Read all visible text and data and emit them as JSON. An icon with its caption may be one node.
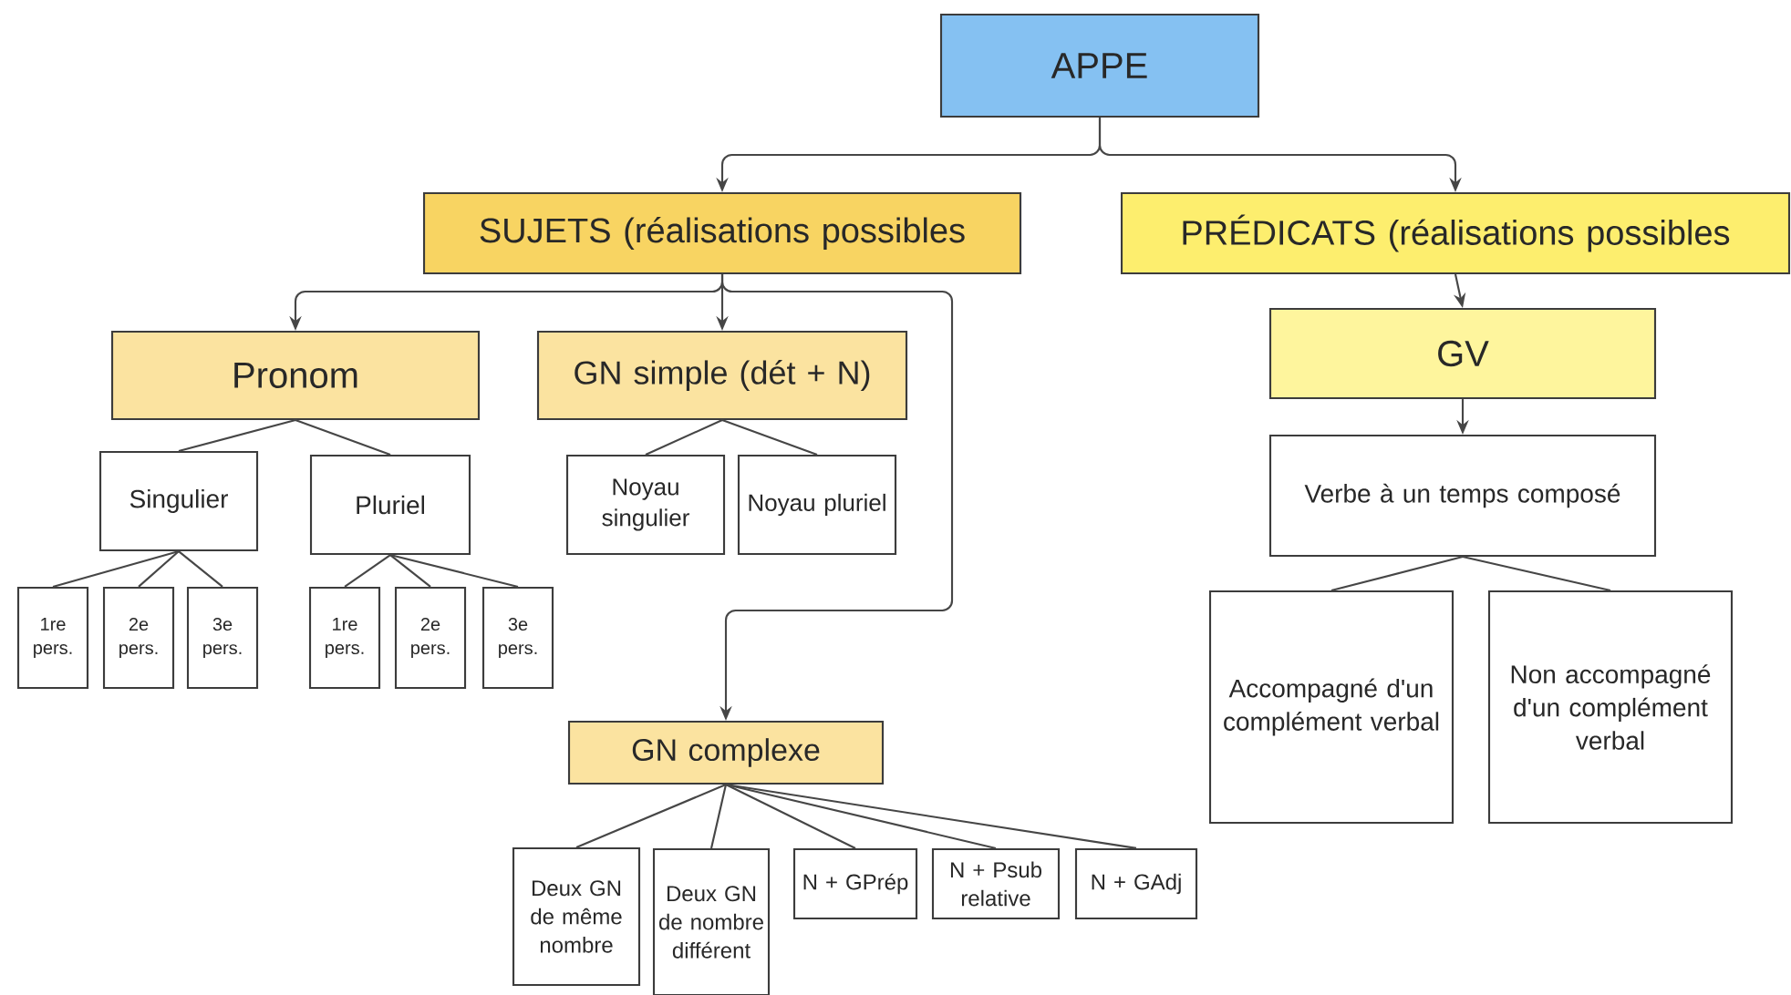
{
  "diagram": {
    "nodes": [
      {
        "text": [
          "APPE"
        ]
      },
      {
        "text": [
          "SUJETS (réalisations possibles"
        ]
      },
      {
        "text": [
          "PRÉDICATS (réalisations possibles"
        ]
      },
      {
        "text": [
          "Pronom"
        ]
      },
      {
        "text": [
          "GN simple (dét + N)"
        ]
      },
      {
        "text": [
          "Singulier"
        ]
      },
      {
        "text": [
          "Pluriel"
        ]
      },
      {
        "text": [
          "Noyau singulier"
        ]
      },
      {
        "text": [
          "Noyau pluriel"
        ]
      },
      {
        "text": [
          "1re pers."
        ]
      },
      {
        "text": [
          "2e pers."
        ]
      },
      {
        "text": [
          "3e pers."
        ]
      },
      {
        "text": [
          "1re pers."
        ]
      },
      {
        "text": [
          "2e pers."
        ]
      },
      {
        "text": [
          "3e pers."
        ]
      },
      {
        "text": [
          "GN complexe"
        ]
      },
      {
        "text": [
          "Deux GN de même nombre"
        ]
      },
      {
        "text": [
          "Deux GN de nombre différent"
        ]
      },
      {
        "text": [
          "N + GPrép"
        ]
      },
      {
        "text": [
          "N + Psub relative"
        ]
      },
      {
        "text": [
          "N + GAdj"
        ]
      },
      {
        "text": [
          "GV"
        ]
      },
      {
        "text": [
          "Verbe à un temps composé"
        ]
      },
      {
        "text": [
          "Accompagné d'un complément verbal"
        ]
      },
      {
        "text": [
          "Non accompagné d'un complément verbal"
        ]
      }
    ],
    "edges": [
      {
        "from": 0,
        "to": 1,
        "arrow": "to"
      },
      {
        "from": 0,
        "to": 2,
        "arrow": "to"
      },
      {
        "from": 1,
        "to": 3,
        "arrow": "to"
      },
      {
        "from": 1,
        "to": 4,
        "arrow": "to"
      },
      {
        "from": 1,
        "to": 15,
        "arrow": "to"
      },
      {
        "from": 3,
        "to": 5,
        "arrow": "none"
      },
      {
        "from": 3,
        "to": 6,
        "arrow": "none"
      },
      {
        "from": 5,
        "to": 9,
        "arrow": "none"
      },
      {
        "from": 5,
        "to": 10,
        "arrow": "none"
      },
      {
        "from": 5,
        "to": 11,
        "arrow": "none"
      },
      {
        "from": 6,
        "to": 12,
        "arrow": "none"
      },
      {
        "from": 6,
        "to": 13,
        "arrow": "none"
      },
      {
        "from": 6,
        "to": 14,
        "arrow": "none"
      },
      {
        "from": 4,
        "to": 7,
        "arrow": "none"
      },
      {
        "from": 4,
        "to": 8,
        "arrow": "none"
      },
      {
        "from": 15,
        "to": 16,
        "arrow": "none"
      },
      {
        "from": 15,
        "to": 17,
        "arrow": "none"
      },
      {
        "from": 15,
        "to": 18,
        "arrow": "none"
      },
      {
        "from": 15,
        "to": 19,
        "arrow": "none"
      },
      {
        "from": 15,
        "to": 20,
        "arrow": "none"
      },
      {
        "from": 2,
        "to": 21,
        "arrow": "to"
      },
      {
        "from": 21,
        "to": 22,
        "arrow": "to"
      },
      {
        "from": 22,
        "to": 23,
        "arrow": "none"
      },
      {
        "from": 22,
        "to": 24,
        "arrow": "none"
      }
    ]
  }
}
